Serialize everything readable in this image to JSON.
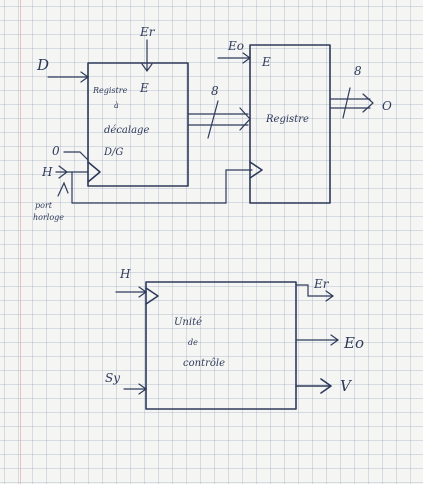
{
  "shift_register": {
    "name_line1": "Registre",
    "name_line2": "à",
    "name_line3": "décalage",
    "name_line4": "D/G",
    "enable": "E",
    "input_d": "D",
    "input_zero": "0",
    "clock": "H",
    "clock_note_line1": "port",
    "clock_note_line2": "horloge",
    "enable_signal": "Er"
  },
  "bus": {
    "width_1": "8",
    "width_2": "8"
  },
  "output_register": {
    "name": "Registre",
    "enable": "E",
    "enable_signal": "Eo",
    "output": "O"
  },
  "control_unit": {
    "name_line1": "Unité",
    "name_line2": "de",
    "name_line3": "contrôle",
    "input_clock": "H",
    "input_sy": "Sy",
    "output_er": "Er",
    "output_eo": "Eo",
    "output_v": "V"
  }
}
